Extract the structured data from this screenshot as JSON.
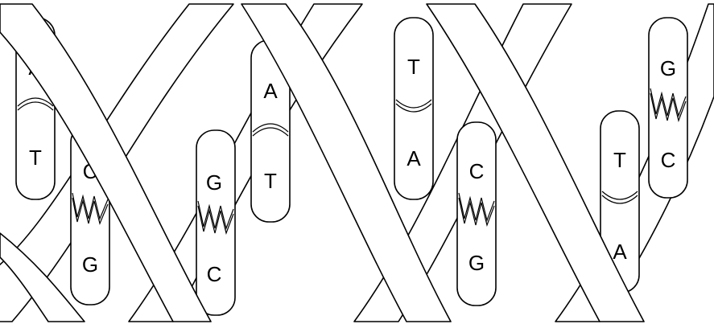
{
  "diagram": {
    "type": "dna-double-helix",
    "pairs": [
      {
        "top": "A",
        "bottom": "T",
        "bond": "double"
      },
      {
        "top": "C",
        "bottom": "G",
        "bond": "triple"
      },
      {
        "top": "G",
        "bottom": "C",
        "bond": "triple"
      },
      {
        "top": "A",
        "bottom": "T",
        "bond": "double"
      },
      {
        "top": "T",
        "bottom": "A",
        "bond": "double"
      },
      {
        "top": "C",
        "bottom": "G",
        "bond": "triple"
      },
      {
        "top": "T",
        "bottom": "A",
        "bond": "double"
      },
      {
        "top": "G",
        "bottom": "C",
        "bond": "triple"
      }
    ]
  }
}
